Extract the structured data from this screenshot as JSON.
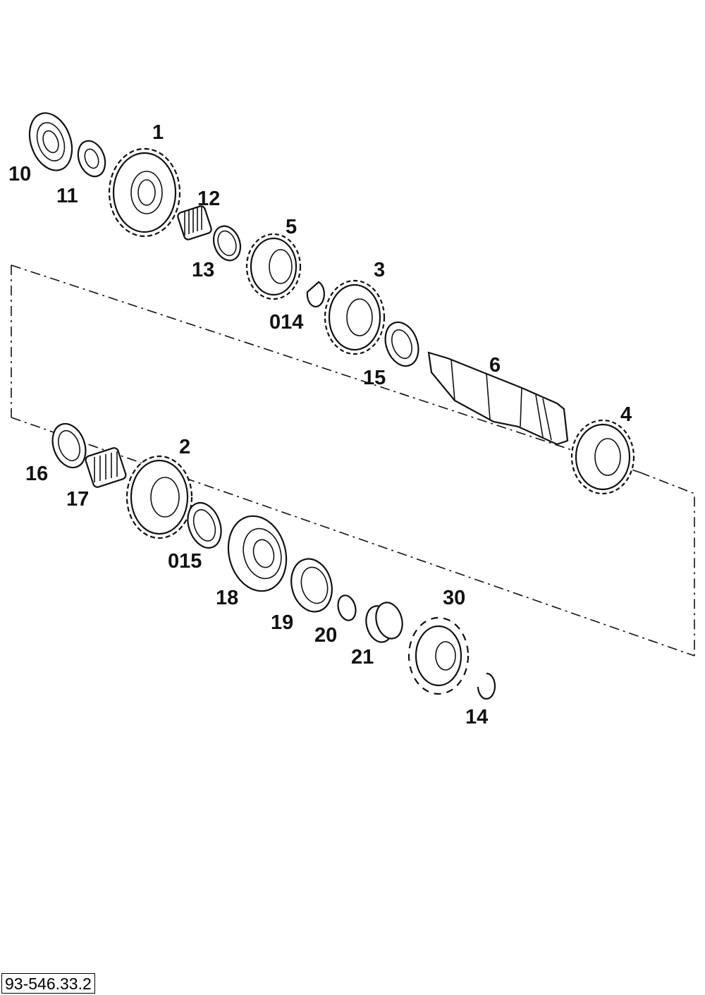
{
  "diagram": {
    "callouts": {
      "p1": "1",
      "p2": "2",
      "p3": "3",
      "p4": "4",
      "p5": "5",
      "p6": "6",
      "p10": "10",
      "p11": "11",
      "p12": "12",
      "p13": "13",
      "p014": "014",
      "p14": "14",
      "p15": "15",
      "p015": "015",
      "p16": "16",
      "p17": "17",
      "p18": "18",
      "p19": "19",
      "p20": "20",
      "p21": "21",
      "p30": "30"
    },
    "drawing_number": "93-546.33.2"
  }
}
